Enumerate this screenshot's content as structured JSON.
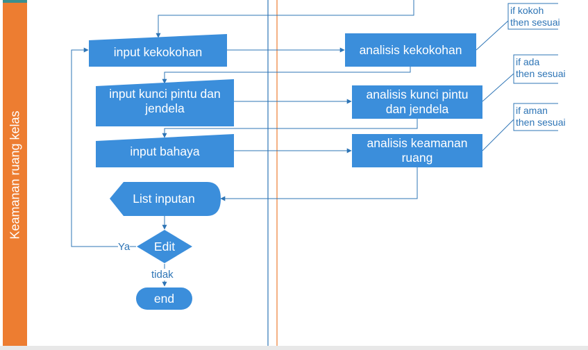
{
  "swimlane": {
    "title": "Keamanan ruang kelas"
  },
  "colors": {
    "shape_fill": "#3B8EDB",
    "line": "#2E75B6",
    "lane_bar": "#ED7D31",
    "lane_divider_orange": "#ED7D31"
  },
  "nodes": {
    "input_kekokohan": "input kekokohan",
    "input_kunci": "input kunci pintu dan\njendela",
    "input_bahaya": "input bahaya",
    "list_inputan": "List inputan",
    "edit": "Edit",
    "end": "end",
    "analisis_kekokohan": "analisis kekokohan",
    "analisis_kunci": "analisis kunci pintu\ndan jendela",
    "analisis_keamanan": "analisis keamanan\nruang"
  },
  "annotations": {
    "kokoh": "if kokoh\nthen sesuai",
    "ada": "if ada\nthen sesuai",
    "aman": "if aman\nthen sesuai"
  },
  "flow_labels": {
    "ya": "Ya",
    "tidak": "tidak"
  }
}
